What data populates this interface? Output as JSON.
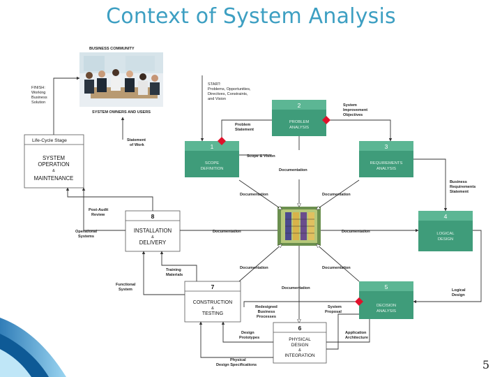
{
  "title": "Context of System Analysis",
  "page_number": "5",
  "community": {
    "heading": "BUSINESS COMMUNITY",
    "finish": [
      "FINISH:",
      "Working",
      "Business",
      "Solution"
    ],
    "start": [
      "START:",
      "Problems, Opportunities,",
      "Directives, Constraints,",
      "and Vision"
    ],
    "owners": "SYSTEM OWNERS AND USERS"
  },
  "lifecycle": {
    "header": "Life-Cycle Stage",
    "body": [
      "SYSTEM",
      "OPERATION",
      "&",
      "MAINTENANCE"
    ]
  },
  "phases": {
    "p1": {
      "num": "1",
      "lines": [
        "SCOPE",
        "DEFINITION"
      ]
    },
    "p2": {
      "num": "2",
      "lines": [
        "PROBLEM",
        "ANALYSIS"
      ]
    },
    "p3": {
      "num": "3",
      "lines": [
        "REQUIREMENTS",
        "ANALYSIS"
      ]
    },
    "p4": {
      "num": "4",
      "lines": [
        "LOGICAL",
        "DESIGN"
      ]
    },
    "p5": {
      "num": "5",
      "lines": [
        "DECISION",
        "ANALYSIS"
      ]
    },
    "p6": {
      "num": "6",
      "lines": [
        "PHYSICAL",
        "DESIGN",
        "&",
        "INTEGRATION"
      ]
    },
    "p7": {
      "num": "7",
      "lines": [
        "CONSTRUCTION",
        "&",
        "TESTING"
      ]
    },
    "p8": {
      "num": "8",
      "lines": [
        "INSTALLATION",
        "&",
        "DELIVERY"
      ]
    }
  },
  "labels": {
    "statement_of_work": [
      "Statement",
      "of Work"
    ],
    "problem_statement": [
      "Problem",
      "Statement"
    ],
    "system_improvement": [
      "System",
      "Improvement",
      "Objectives"
    ],
    "scope_vision": "Scope & Vision",
    "documentation": "Documentation",
    "business_requirements": [
      "Business",
      "Requirements",
      "Statement"
    ],
    "post_audit": [
      "Post-Audit",
      "Review"
    ],
    "operational_systems": [
      "Operational",
      "Systems"
    ],
    "training_materials": [
      "Training",
      "Materials"
    ],
    "functional_system": [
      "Functional",
      "System"
    ],
    "logical_design": [
      "Logical",
      "Design"
    ],
    "redesigned_processes": [
      "Redesigned",
      "Business",
      "Processes"
    ],
    "system_proposal": [
      "System",
      "Proposal"
    ],
    "design_prototypes": [
      "Design",
      "Prototypes"
    ],
    "application_architecture": [
      "Application",
      "Architecture"
    ],
    "physical_design_specs": [
      "Physical",
      "Design Specifications"
    ]
  },
  "colors": {
    "title": "#3d9fc2",
    "phase_green": "#3f9c7a",
    "phase_header": "#5cb694",
    "diamond": "#e0112b",
    "line": "#333333",
    "accent_blue": "#2f8fc9"
  }
}
